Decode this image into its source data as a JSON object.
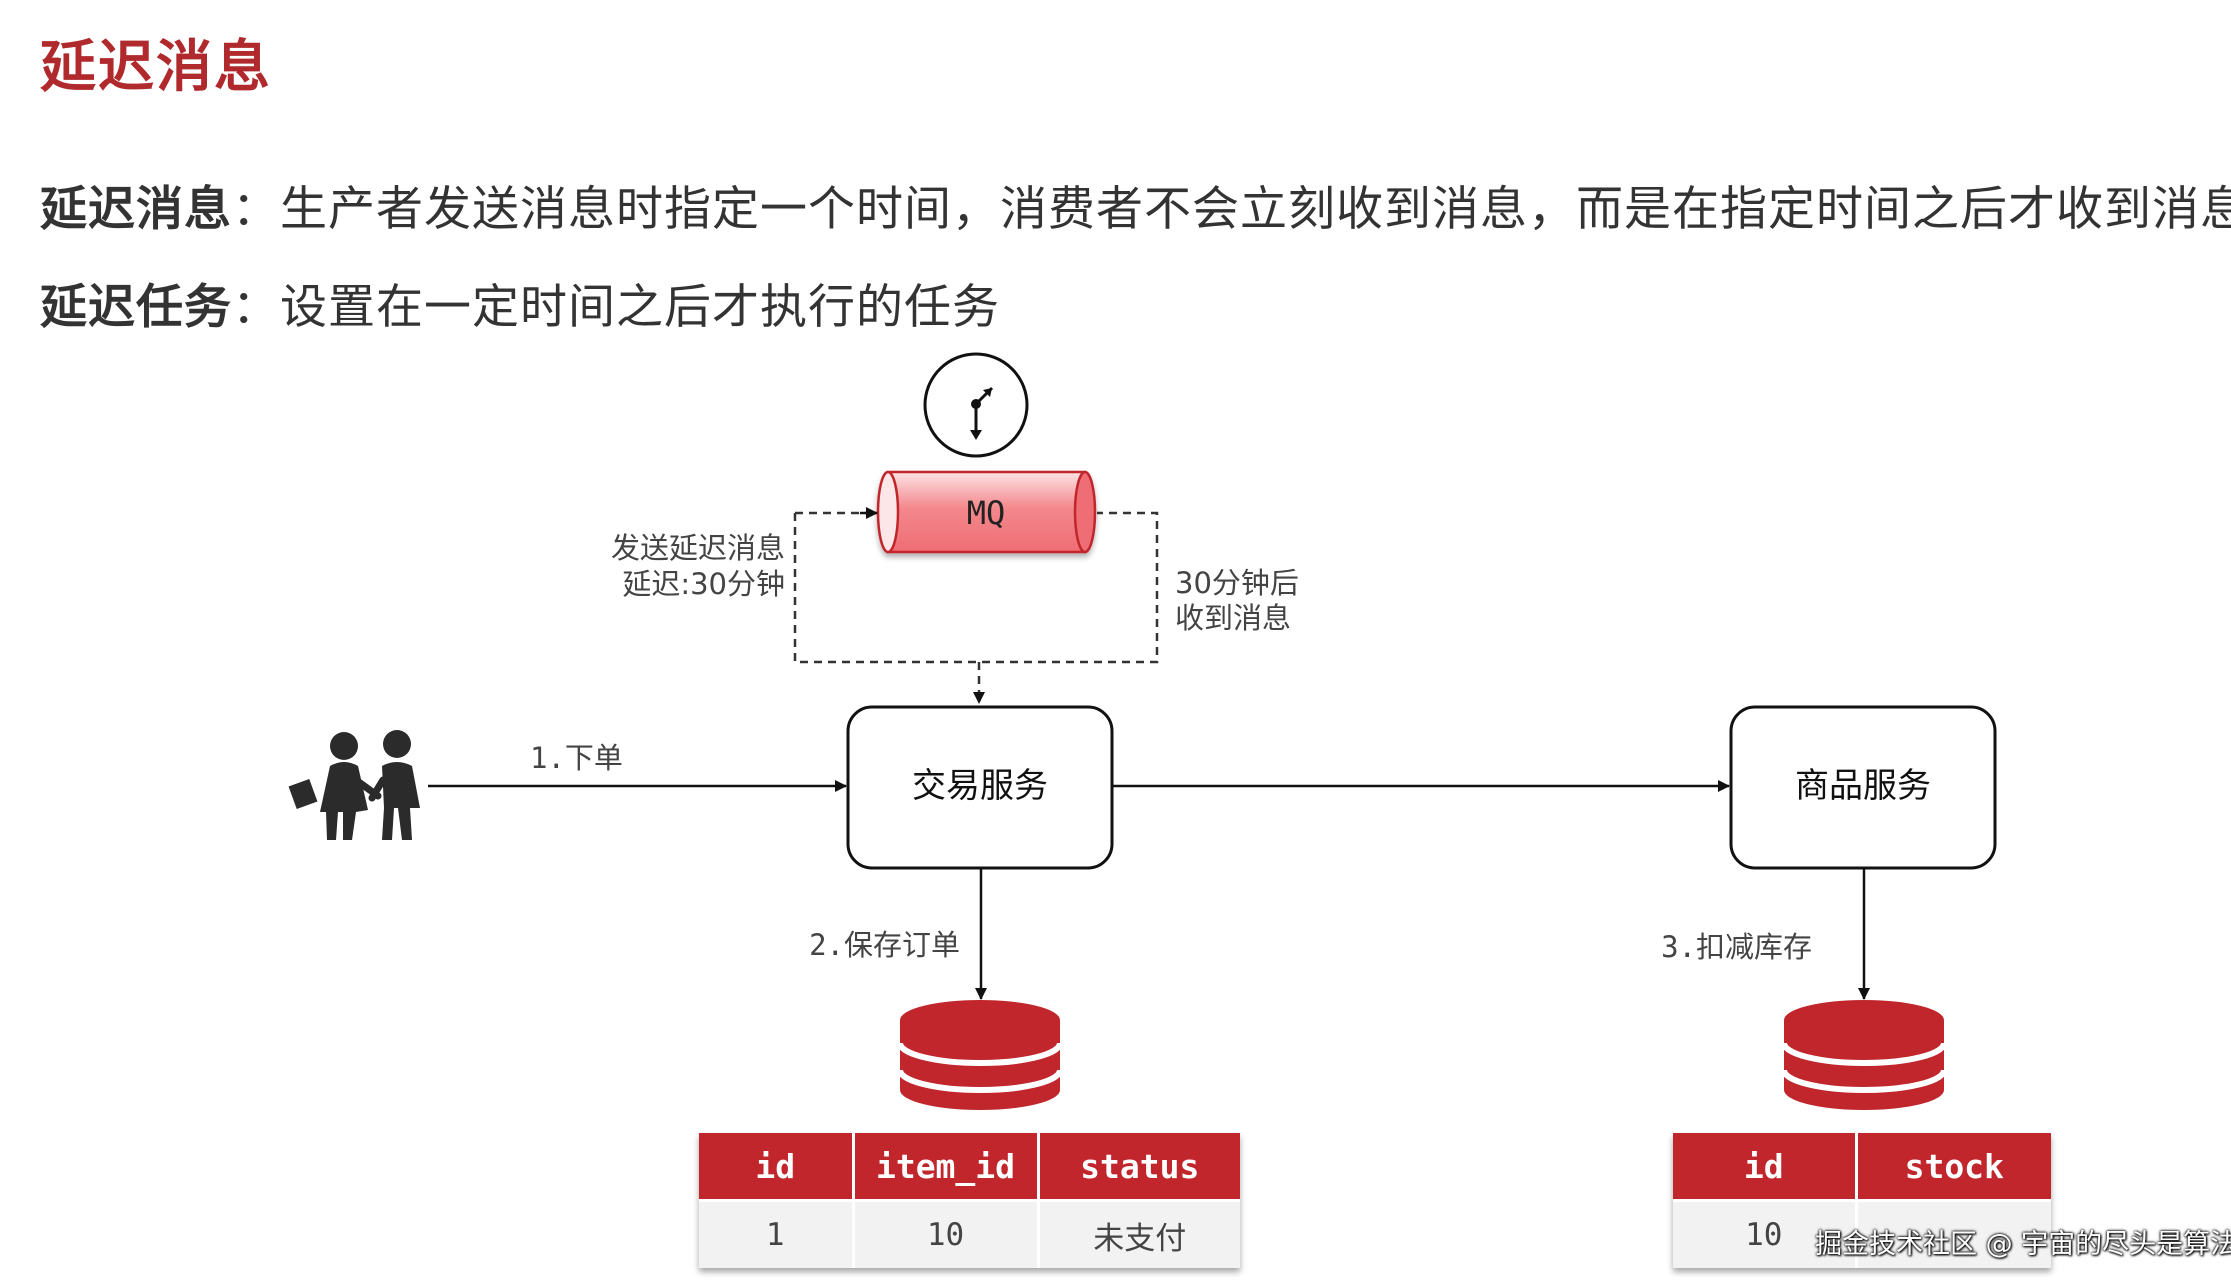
{
  "header": {
    "title": "延迟消息"
  },
  "definitions": [
    {
      "term": "延迟消息",
      "separator": "：",
      "text": "生产者发送消息时指定一个时间，消费者不会立刻收到消息，而是在指定时间之后才收到消息。"
    },
    {
      "term": "延迟任务",
      "separator": "：",
      "text": "设置在一定时间之后才执行的任务"
    }
  ],
  "diagram": {
    "queue_label": "MQ",
    "send_label_line1": "发送延迟消息",
    "send_label_line2": "延迟:30分钟",
    "receive_label_line1": "30分钟后",
    "receive_label_line2": "收到消息",
    "trade_service": "交易服务",
    "goods_service": "商品服务",
    "step1": "1.下单",
    "step2": "2.保存订单",
    "step3": "3.扣减库存",
    "icons": [
      "clock-icon",
      "users-icon",
      "database-icon"
    ]
  },
  "order_table": {
    "headers": [
      "id",
      "item_id",
      "status"
    ],
    "rows": [
      [
        "1",
        "10",
        "未支付"
      ]
    ]
  },
  "stock_table": {
    "headers": [
      "id",
      "stock"
    ],
    "rows": [
      [
        "10",
        ""
      ]
    ]
  },
  "watermark": "掘金技术社区 @ 宇宙的尽头是算法",
  "colors": {
    "accent_red": "#c0262b",
    "title_red": "#b0292c",
    "mq_pink": "#f07a80",
    "text_dark": "#333333"
  }
}
